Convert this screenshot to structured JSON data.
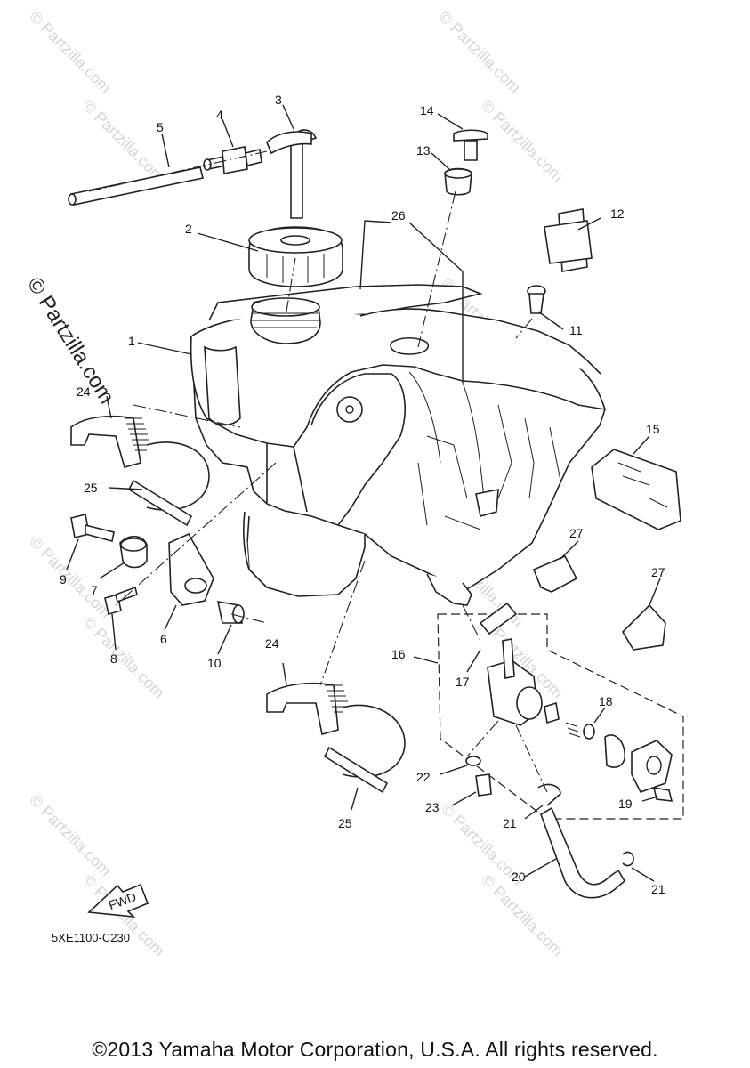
{
  "watermark_side": "© Partzilla.com",
  "watermark": "© Partzilla.com",
  "fwd_label": "FWD",
  "diagram_code": "5XE1100-C230",
  "copyright": "©2013 Yamaha Motor Corporation, U.S.A. All rights reserved.",
  "callouts": [
    "1",
    "2",
    "3",
    "4",
    "5",
    "6",
    "7",
    "8",
    "9",
    "10",
    "11",
    "12",
    "13",
    "14",
    "15",
    "16",
    "17",
    "18",
    "19",
    "20",
    "21",
    "21",
    "22",
    "23",
    "24",
    "24",
    "25",
    "25",
    "26",
    "27",
    "27"
  ]
}
